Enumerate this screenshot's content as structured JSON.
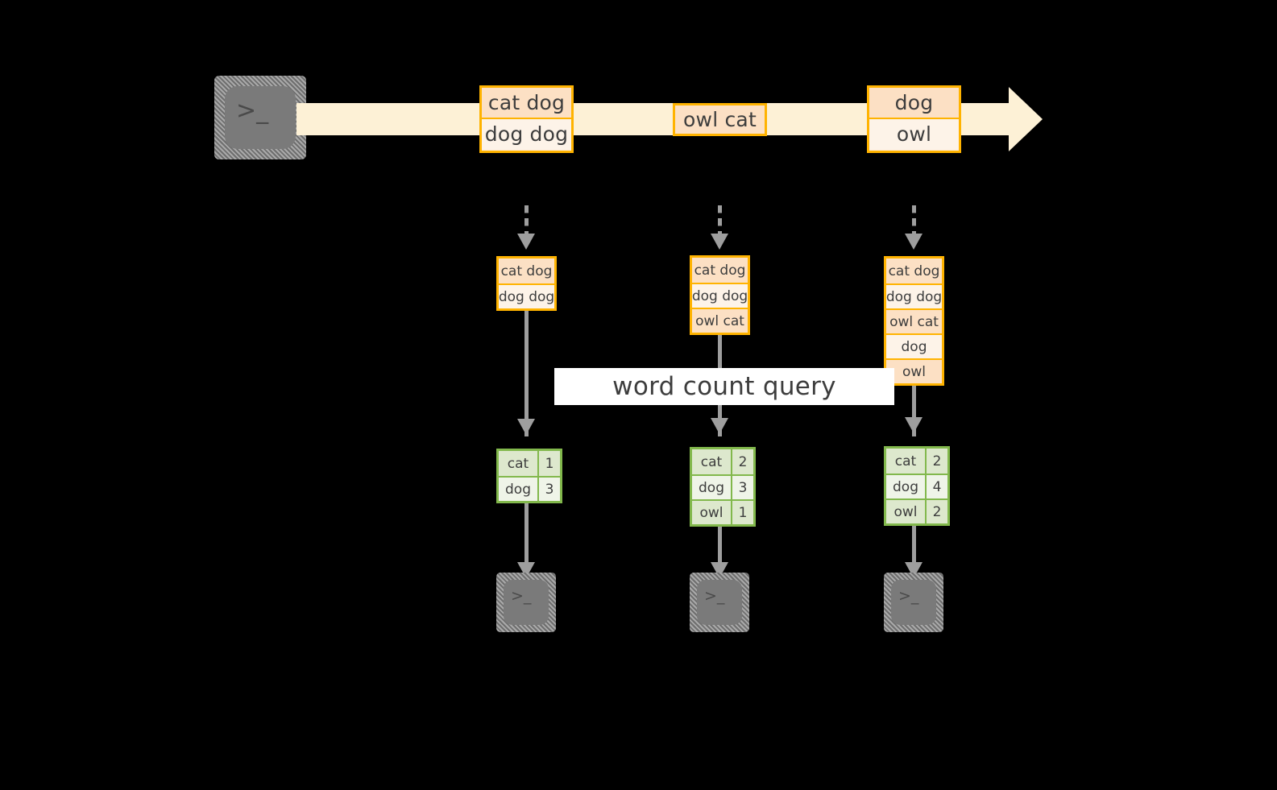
{
  "diagram": {
    "title_label": "word count query",
    "colors": {
      "stream_band": "#FDF1D6",
      "event_border": "#FFB300",
      "event_shade": "#FCE0C4",
      "event_plain": "#FDF3E8",
      "result_border": "#82B84C",
      "result_shade": "#DDE8CD",
      "result_plain": "#EFF4E8",
      "connector": "#9E9E9E",
      "terminal_fill": "#7A7A7A",
      "background": "#000000"
    },
    "source": {
      "icon": "terminal-icon",
      "prompt": ">_"
    },
    "stream": {
      "events": [
        {
          "lines": [
            "cat dog",
            "dog dog"
          ]
        },
        {
          "lines": [
            "owl cat"
          ]
        },
        {
          "lines": [
            "dog",
            "owl"
          ]
        }
      ]
    },
    "columns": [
      {
        "state_rows": [
          "cat dog",
          "dog dog"
        ],
        "result_header": null,
        "result_rows": [
          {
            "key": "cat",
            "value": "1"
          },
          {
            "key": "dog",
            "value": "3"
          }
        ],
        "sink": {
          "icon": "terminal-icon",
          "prompt": ">_"
        }
      },
      {
        "state_rows": [
          "cat dog",
          "dog dog",
          "owl cat"
        ],
        "result_header": null,
        "result_rows": [
          {
            "key": "cat",
            "value": "2"
          },
          {
            "key": "dog",
            "value": "3"
          },
          {
            "key": "owl",
            "value": "1"
          }
        ],
        "sink": {
          "icon": "terminal-icon",
          "prompt": ">_"
        }
      },
      {
        "state_rows": [
          "cat dog",
          "dog dog",
          "owl cat",
          "dog",
          "owl"
        ],
        "result_header": null,
        "result_rows": [
          {
            "key": "cat",
            "value": "2"
          },
          {
            "key": "dog",
            "value": "4"
          },
          {
            "key": "owl",
            "value": "2"
          }
        ],
        "sink": {
          "icon": "terminal-icon",
          "prompt": ">_"
        }
      }
    ]
  }
}
